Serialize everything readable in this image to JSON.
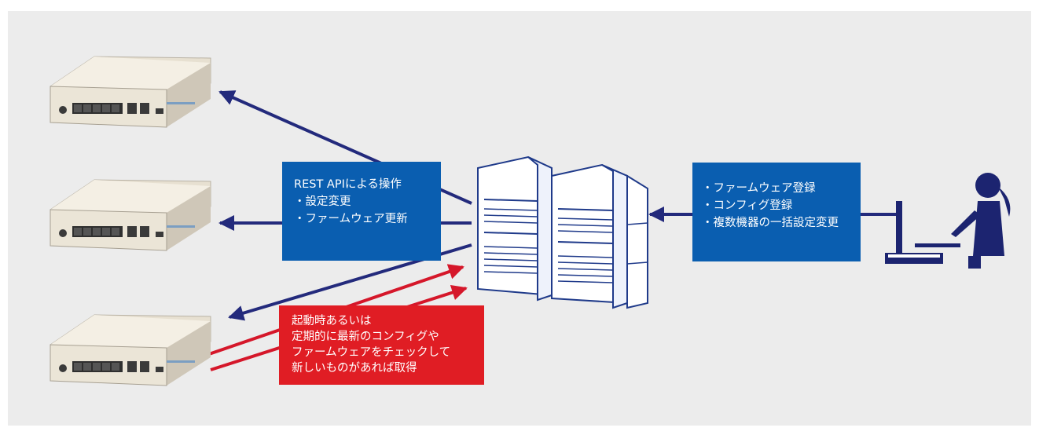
{
  "api_box": {
    "title": "REST APIによる操作",
    "items": [
      "・設定変更",
      "・ファームウェア更新"
    ]
  },
  "user_box": {
    "items": [
      "・ファームウェア登録",
      "・コンフィグ登録",
      "・複数機器の一括設定変更"
    ]
  },
  "red_box": {
    "lines": [
      "起動時あるいは",
      "定期的に最新のコンフィグや",
      "ファームウェアをチェックして",
      "新しいものがあれば取得"
    ]
  },
  "colors": {
    "background": "#ececec",
    "blue_arrow": "#232a7c",
    "red_arrow": "#d5172a",
    "blue_box": "#0a5eb0",
    "red_box": "#e01d24",
    "person": "#1c2470"
  },
  "icons": [
    "router-device-icon",
    "server-icon",
    "person-at-computer-icon"
  ]
}
